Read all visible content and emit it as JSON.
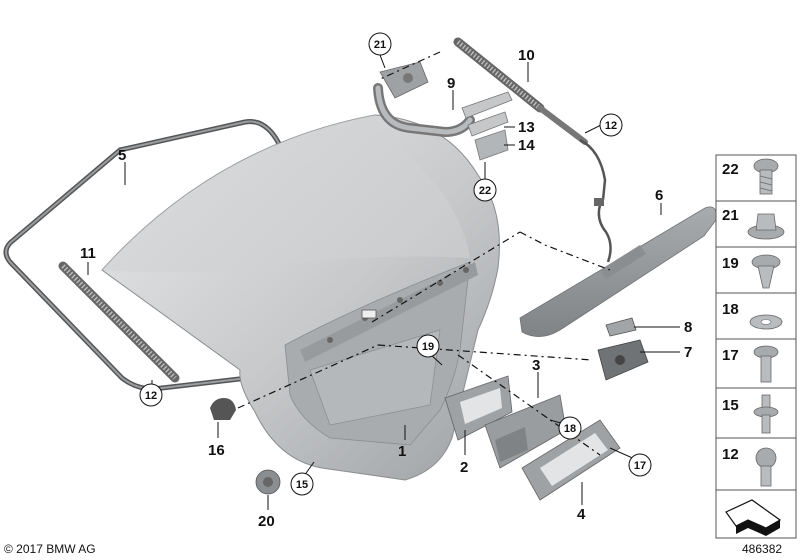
{
  "diagram": {
    "labels": {
      "p1": "1",
      "p2": "2",
      "p3": "3",
      "p4": "4",
      "p5": "5",
      "p6": "6",
      "p7": "7",
      "p8": "8",
      "p9": "9",
      "p10": "10",
      "p11": "11",
      "p12a": "12",
      "p12b": "12",
      "p13": "13",
      "p14": "14",
      "p15": "15",
      "p16": "16",
      "p17": "17",
      "p18": "18",
      "p19": "19",
      "p20": "20",
      "p21": "21",
      "p22": "22"
    },
    "fastener_panel": [
      "22",
      "21",
      "19",
      "18",
      "17",
      "15",
      "12"
    ]
  },
  "footer": {
    "copyright": "© 2017 BMW AG",
    "diagram_id": "486382"
  },
  "colors": {
    "part_fill": "#b9bcbf",
    "part_dark": "#8f9396",
    "outline": "#111111",
    "panel_border": "#555555"
  }
}
